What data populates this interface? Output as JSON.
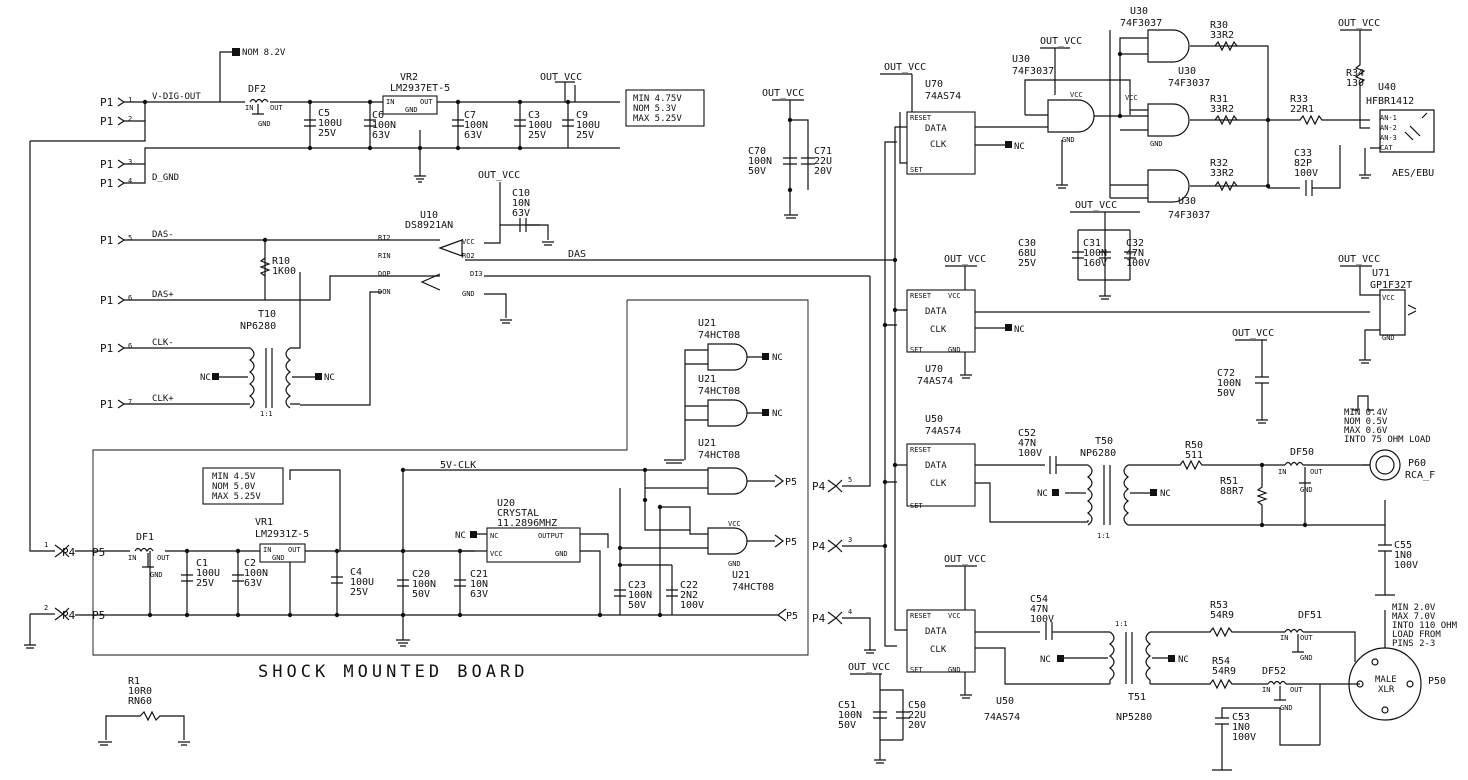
{
  "shock_board": {
    "label": "SHOCK MOUNTED BOARD"
  },
  "spec_boxes": {
    "out": {
      "min": "MIN 4.75V",
      "nom": "NOM 5.3V",
      "max": "MAX 5.25V"
    },
    "vr1": {
      "min": "MIN 4.5V",
      "nom": "NOM 5.0V",
      "max": "MAX 5.25V"
    },
    "rca": {
      "l1": "MIN 0.4V",
      "l2": "NOM 0.5V",
      "l3": "MAX 0.6V",
      "l4": "INTO 75 OHM LOAD"
    },
    "xlr": {
      "l1": "MIN 2.0V",
      "l2": "MAX 7.0V",
      "l3": "INTO 110 OHM",
      "l4": "LOAD FROM",
      "l5": "PINS 2-3"
    }
  },
  "nets": {
    "nom82": "NOM 8.2V",
    "vdig": "V-DIG-OUT",
    "dgnd": "D_GND",
    "das_minus": "DAS-",
    "das_plus": "DAS+",
    "das": "DAS",
    "clk_minus": "CLK-",
    "clk_plus": "CLK+",
    "fivev_clk": "5V-CLK",
    "out_vcc": "OUT_VCC",
    "nc": "NC"
  },
  "connectors": {
    "p1": [
      "P1",
      "P1",
      "P1",
      "P1",
      "P1",
      "P1",
      "P1",
      "P1"
    ],
    "p1_pins": [
      "1",
      "2",
      "3",
      "4",
      "5",
      "6",
      "6",
      "7"
    ],
    "p4": [
      "P4",
      "P4",
      "P4",
      "P4",
      "P4"
    ],
    "p5": [
      "P5",
      "P5",
      "P5",
      "P5",
      "P5"
    ],
    "p4_pins": [
      "1",
      "2",
      "5",
      "3",
      "4"
    ]
  },
  "components": {
    "df2": "DF2",
    "vr2": "VR2",
    "vr2_part": "LM2937ET-5",
    "c5": "C5",
    "c5_v": "100U",
    "c5_r": "25V",
    "c6": "C6",
    "c6_v": "100N",
    "c6_r": "63V",
    "c7": "C7",
    "c7_v": "100N",
    "c7_r": "63V",
    "c3": "C3",
    "c3_v": "100U",
    "c3_r": "25V",
    "c9": "C9",
    "c9_v": "100U",
    "c9_r": "25V",
    "u10": "U10",
    "u10_part": "DS8921AN",
    "c10": "C10",
    "c10_v": "10N",
    "c10_r": "63V",
    "r10": "R10",
    "r10_v": "1K00",
    "t10": "T10",
    "t10_part": "NP6280",
    "c70": "C70",
    "c70_v": "100N",
    "c70_r": "50V",
    "c71": "C71",
    "c71_v": "22U",
    "c71_r": "20V",
    "u21": "U21",
    "u21_part": "74HCT08",
    "df1": "DF1",
    "vr1": "VR1",
    "vr1_part": "LM2931Z-5",
    "c1": "C1",
    "c1_v": "100U",
    "c1_r": "25V",
    "c2": "C2",
    "c2_v": "100N",
    "c2_r": "63V",
    "c4": "C4",
    "c4_v": "100U",
    "c4_r": "25V",
    "c20": "C20",
    "c20_v": "100N",
    "c20_r": "50V",
    "c21": "C21",
    "c21_v": "10N",
    "c21_r": "63V",
    "u20": "U20",
    "u20_part": "CRYSTAL",
    "u20_freq": "11.2896MHZ",
    "c23": "C23",
    "c23_v": "100N",
    "c23_r": "50V",
    "c22": "C22",
    "c22_v": "2N2",
    "c22_r": "100V",
    "r1": "R1",
    "r1_v": "10R0",
    "r1_part": "RN60",
    "u70": "U70",
    "u70_part": "74AS74",
    "u30": "U30",
    "u30_part": "74F3037",
    "r30": "R30",
    "r30_v": "33R2",
    "r31": "R31",
    "r31_v": "33R2",
    "r32": "R32",
    "r32_v": "33R2",
    "r33": "R33",
    "r33_v": "22R1",
    "r34": "R34",
    "r34_v": "130",
    "c33": "C33",
    "c33_v": "82P",
    "c33_r": "100V",
    "u40": "U40",
    "u40_part": "HFBR1412",
    "u40_note": "AES/EBU",
    "c30": "C30",
    "c30_v": "68U",
    "c30_r": "25V",
    "c31": "C31",
    "c31_v": "100N",
    "c31_r": "160V",
    "c32": "C32",
    "c32_v": "47N",
    "c32_r": "100V",
    "u71": "U71",
    "u71_part": "GP1F32T",
    "c72": "C72",
    "c72_v": "100N",
    "c72_r": "50V",
    "u50": "U50",
    "u50_part": "74AS74",
    "c52": "C52",
    "c52_v": "47N",
    "c52_r": "100V",
    "t50": "T50",
    "t50_part": "NP6280",
    "r50": "R50",
    "r50_v": "511",
    "r51": "R51",
    "r51_v": "88R7",
    "df50": "DF50",
    "p60": "P60",
    "p60_part": "RCA_F",
    "c55": "C55",
    "c55_v": "1N0",
    "c55_r": "100V",
    "c54": "C54",
    "c54_v": "47N",
    "c54_r": "100V",
    "t51": "T51",
    "t51_part": "NP5280",
    "r53": "R53",
    "r53_v": "54R9",
    "r54": "R54",
    "r54_v": "54R9",
    "df51": "DF51",
    "df52": "DF52",
    "c53": "C53",
    "c53_v": "1N0",
    "c53_r": "100V",
    "p50": "P50",
    "p50_part": "MALE",
    "p50_part2": "XLR",
    "c51": "C51",
    "c51_v": "100N",
    "c51_r": "50V",
    "c50": "C50",
    "c50_v": "22U",
    "c50_r": "20V"
  },
  "pins": {
    "in": "IN",
    "out": "OUT",
    "gnd": "GND",
    "data": "DATA",
    "clk": "CLK",
    "reset": "RESET",
    "set": "SET",
    "vcc": "VCC",
    "output": "OUTPUT",
    "ratio": "1:1",
    "an1": "AN-1",
    "an2": "AN-2",
    "an3": "AN-3",
    "cat": "CAT",
    "u10_a": "RI2",
    "u10_b": "RIN",
    "u10_c": "DOP",
    "u10_d": "DON",
    "u10_e": "RO2",
    "u10_f": "DI3"
  }
}
